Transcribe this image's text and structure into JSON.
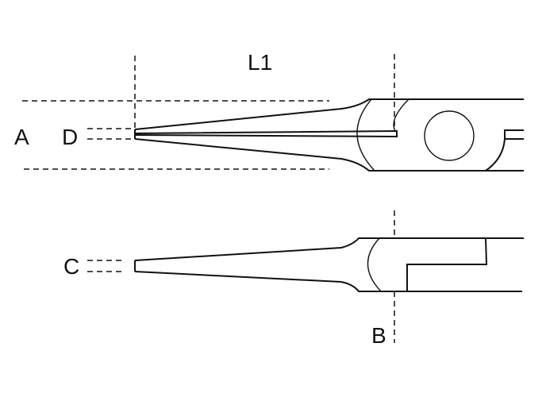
{
  "labels": {
    "length": "L1",
    "jaw_opening_width": "A",
    "tip_width": "D",
    "tip_thickness": "C",
    "joint_thickness": "B"
  },
  "colors": {
    "line": "#111111",
    "background": "#ffffff"
  }
}
